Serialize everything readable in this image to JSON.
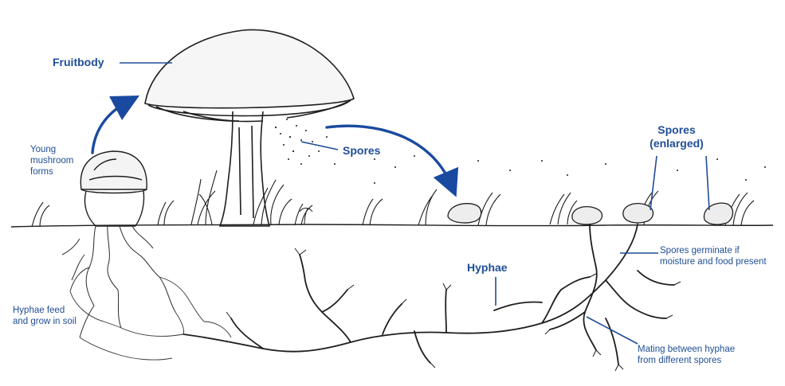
{
  "labels": {
    "fruitbody": "Fruitbody",
    "young_mushroom": "Young\nmushroom\nforms",
    "spores": "Spores",
    "spores_enlarged": "Spores\n(enlarged)",
    "hyphae": "Hyphae",
    "spores_germinate": "Spores germinate if\nmoisture and food present",
    "hyphae_feed": "Hyphae feed\nand grow in soil",
    "mating": "Mating between hyphae\nfrom different spores"
  },
  "colors": {
    "label": "#1f4e95",
    "arrow": "#1a4aa0",
    "ink": "#1e1e1e",
    "background": "#ffffff"
  }
}
